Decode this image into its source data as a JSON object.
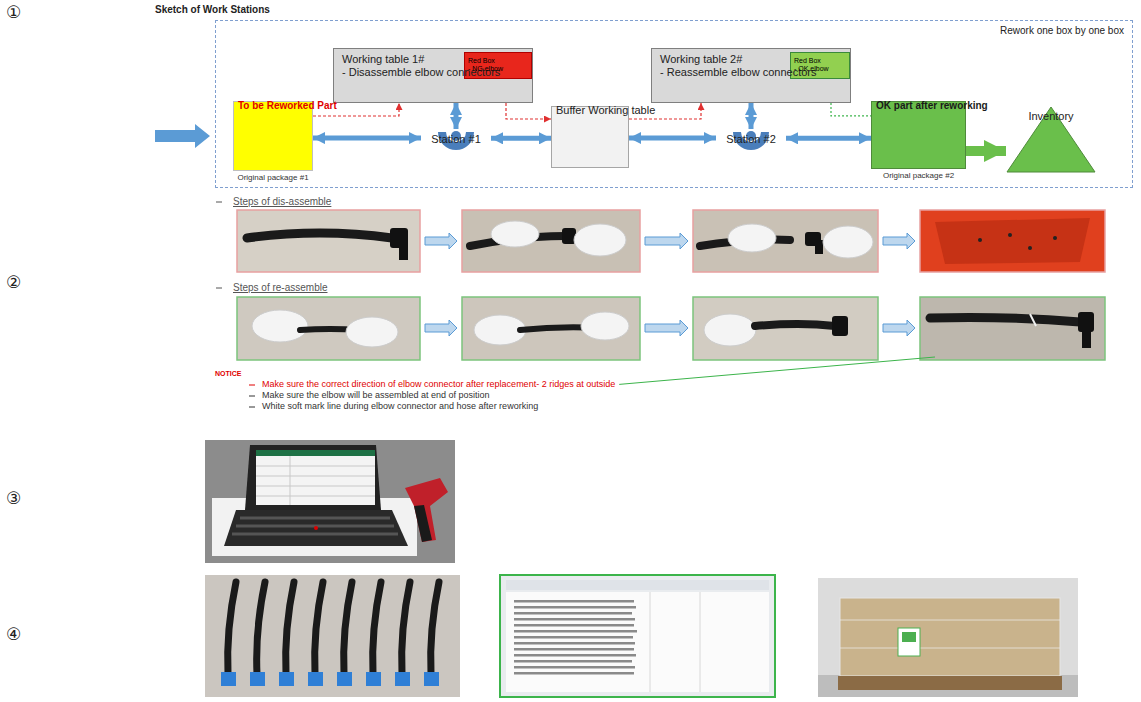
{
  "diagram": {
    "title": "Sketch of Work Stations",
    "nodes": [
      {
        "text": [
          "Rework one box by one box"
        ]
      },
      {
        "text": [
          "To be Reworked Part",
          "Original package #1"
        ],
        "in": 0
      },
      {
        "text": [
          "Working table 1#",
          "- Disassemble elbow connectors"
        ],
        "in": 0
      },
      {
        "text": [
          "Red Box",
          "- NG elbow"
        ],
        "in": 2
      },
      {
        "text": [
          "Station #1"
        ],
        "in": 0
      },
      {
        "text": [
          "Buffer Working table"
        ],
        "in": 0
      },
      {
        "text": [
          "Working table 2#",
          "- Reassemble elbow connectors"
        ],
        "in": 0
      },
      {
        "text": [
          "Red Box",
          "- OK elbow"
        ],
        "in": 6
      },
      {
        "text": [
          "Station #2"
        ],
        "in": 0
      },
      {
        "text": [
          "OK part after reworking",
          "Original package #2"
        ],
        "in": 0
      },
      {
        "text": [
          "Inventory"
        ],
        "in": 0
      }
    ],
    "edges": [
      {
        "from": 1,
        "to": 4,
        "arrow": "both"
      },
      {
        "from": 2,
        "to": 4,
        "arrow": "both"
      },
      {
        "from": 4,
        "to": 5,
        "arrow": "both"
      },
      {
        "from": 5,
        "to": 8,
        "arrow": "both"
      },
      {
        "from": 6,
        "to": 8,
        "arrow": "both"
      },
      {
        "from": 8,
        "to": 9,
        "arrow": "both"
      },
      {
        "from": 9,
        "to": 10,
        "arrow": "to"
      },
      {
        "from": 1,
        "to": 2,
        "arrow": "to"
      },
      {
        "from": 2,
        "to": 5,
        "arrow": "to"
      },
      {
        "from": 5,
        "to": 6,
        "arrow": "to"
      },
      {
        "from": 6,
        "to": 9,
        "arrow": "none"
      }
    ],
    "labels": [
      "①",
      "②",
      "③",
      "④",
      "Steps of dis-assemble",
      "Steps of re-assemble",
      "NOTICE",
      "Make sure the correct direction of elbow connector after replacement- 2 ridges at outside",
      "Make sure the elbow will be assembled at end of position",
      "White soft mark line during elbow connector and hose after reworking"
    ]
  }
}
